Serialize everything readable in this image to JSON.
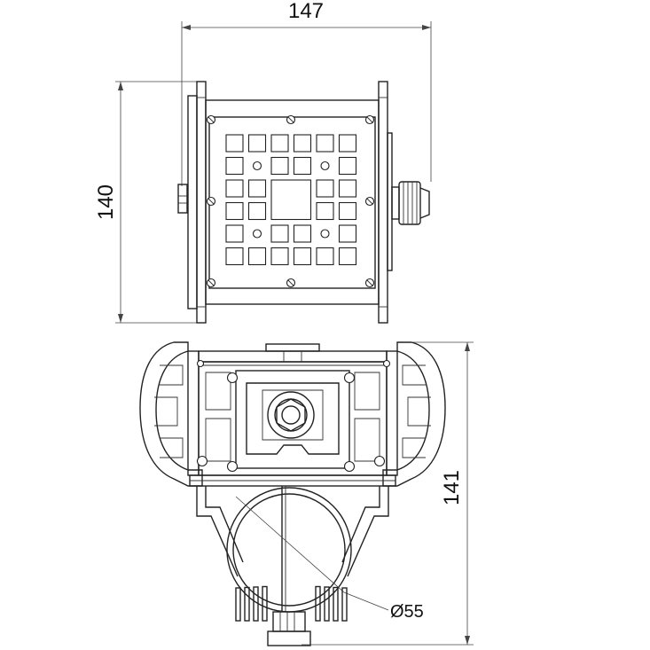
{
  "dimensions": {
    "top_width": "147",
    "top_height": "140",
    "side_height": "141",
    "lens_diameter": "Ø55"
  },
  "led_grid": {
    "rows": 6,
    "cols": 6,
    "center_block": [
      [
        2,
        2
      ],
      [
        2,
        3
      ],
      [
        3,
        2
      ],
      [
        3,
        3
      ]
    ],
    "dot_positions": [
      [
        1,
        1
      ],
      [
        1,
        4
      ],
      [
        4,
        1
      ],
      [
        4,
        4
      ]
    ]
  },
  "colors": {
    "line": "#222222",
    "background": "#ffffff"
  }
}
